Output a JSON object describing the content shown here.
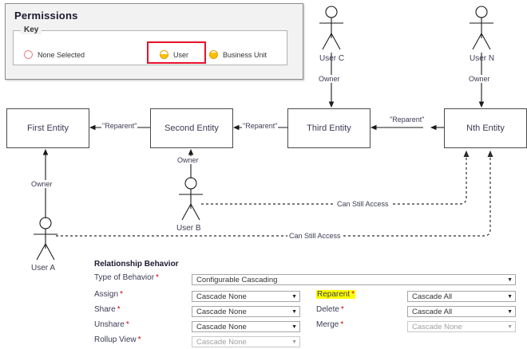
{
  "permissions": {
    "title": "Permissions",
    "key_legend": "Key",
    "items": [
      {
        "icon": "none-selected-icon",
        "label": "None Selected",
        "color": "#f08080"
      },
      {
        "icon": "user-icon",
        "label": "User",
        "color": "#ffc000"
      },
      {
        "icon": "business-unit-icon",
        "label": "Business Unit",
        "color": "#ffc000"
      }
    ],
    "highlight_color": "#e8102a",
    "highlighted_item": "User"
  },
  "diagram": {
    "entities": [
      {
        "name": "First Entity"
      },
      {
        "name": "Second Entity"
      },
      {
        "name": "Third Entity"
      },
      {
        "name": "Nth Entity"
      }
    ],
    "edge_labels": [
      "\"Reparent\"",
      "\"Reparent\"",
      "\"Reparent\""
    ],
    "owner_labels": [
      "Owner",
      "Owner",
      "Owner",
      "Owner"
    ],
    "actors": [
      {
        "name": "User C"
      },
      {
        "name": "User N"
      },
      {
        "name": "User A"
      },
      {
        "name": "User B"
      }
    ],
    "access_labels": [
      "Can Still Access",
      "Can Still Access"
    ]
  },
  "form": {
    "title": "Relationship Behavior",
    "rows_left": [
      {
        "label": "Type of Behavior",
        "required": true,
        "value": "Configurable Cascading",
        "disabled": false,
        "full_width": true,
        "highlighted": false
      },
      {
        "label": "Assign",
        "required": true,
        "value": "Cascade None",
        "disabled": false,
        "full_width": false,
        "highlighted": false
      },
      {
        "label": "Share",
        "required": true,
        "value": "Cascade None",
        "disabled": false,
        "full_width": false,
        "highlighted": false
      },
      {
        "label": "Unshare",
        "required": true,
        "value": "Cascade None",
        "disabled": false,
        "full_width": false,
        "highlighted": false
      },
      {
        "label": "Rollup View",
        "required": true,
        "value": "Cascade None",
        "disabled": true,
        "full_width": false,
        "highlighted": false
      }
    ],
    "rows_right": [
      {
        "label": "Reparent",
        "required": true,
        "value": "Cascade All",
        "disabled": false,
        "highlighted": true
      },
      {
        "label": "Delete",
        "required": true,
        "value": "Cascade All",
        "disabled": false,
        "highlighted": false
      },
      {
        "label": "Merge",
        "required": true,
        "value": "Cascade None",
        "disabled": true,
        "highlighted": false
      }
    ],
    "required_marker": "*",
    "caret_glyph": "▼",
    "highlight_color": "#ffff00"
  }
}
